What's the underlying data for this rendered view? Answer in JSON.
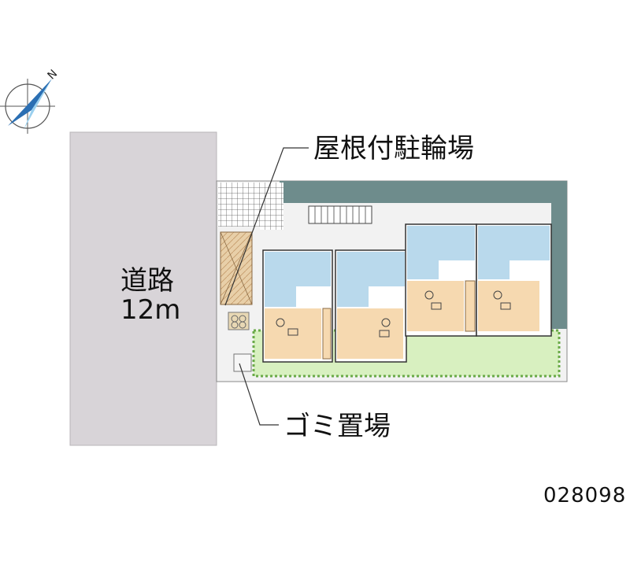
{
  "map": {
    "compass": {
      "icon": "north-arrow-icon",
      "letter": "N"
    },
    "road": {
      "name": "道路",
      "width": "12m"
    },
    "labels": {
      "bicycle_parking": "屋根付駐輪場",
      "garbage_area": "ゴミ置場"
    },
    "property_code": "028098",
    "colors": {
      "road": "#d8d4d8",
      "building_outline": "#6e8c8c",
      "floor_room": "#f6d9b0",
      "floor_wet": "#b9d9ec",
      "grass": "#d8f0c0",
      "walkway": "#e6e6ee"
    }
  }
}
